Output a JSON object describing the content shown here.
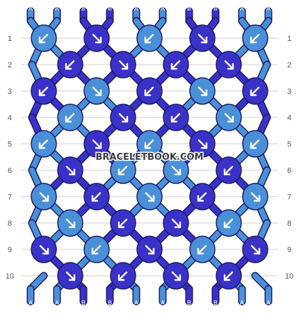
{
  "watermark": "BRACELETBOOK.COM",
  "colors": {
    "A": "#4a90d9",
    "B": "#3a32c8",
    "outline": "#1a1a66",
    "grid": "#cfcfcf",
    "arrow": "#ffffff"
  },
  "top_labels": [
    "A",
    "A",
    "B",
    "B",
    "A",
    "A",
    "B",
    "B",
    "A",
    "A"
  ],
  "bottom_labels": [
    "A",
    "A",
    "B",
    "B",
    "A",
    "A",
    "B",
    "B",
    "A",
    "A"
  ],
  "row_labels": [
    "1",
    "2",
    "3",
    "4",
    "5",
    "6",
    "7",
    "8",
    "9",
    "10"
  ],
  "rows": [
    [
      {
        "c": "A",
        "d": "sw"
      },
      {
        "c": "B",
        "d": "se"
      },
      {
        "c": "A",
        "d": "sw"
      },
      {
        "c": "B",
        "d": "se"
      },
      {
        "c": "A",
        "d": "sw"
      }
    ],
    [
      {
        "c": "B",
        "d": "sw"
      },
      {
        "c": "B",
        "d": "se"
      },
      {
        "c": "B",
        "d": "sw"
      },
      {
        "c": "B",
        "d": "se"
      }
    ],
    [
      {
        "c": "B",
        "d": "sw"
      },
      {
        "c": "A",
        "d": "se"
      },
      {
        "c": "B",
        "d": "sw"
      },
      {
        "c": "A",
        "d": "se"
      },
      {
        "c": "B",
        "d": "sw"
      }
    ],
    [
      {
        "c": "A",
        "d": "sw"
      },
      {
        "c": "B",
        "d": "se"
      },
      {
        "c": "B",
        "d": "sw"
      },
      {
        "c": "A",
        "d": "se"
      }
    ],
    [
      {
        "c": "A",
        "d": "sw"
      },
      {
        "c": "B",
        "d": "se"
      },
      {
        "c": "A",
        "d": "sw"
      },
      {
        "c": "B",
        "d": "se"
      },
      {
        "c": "A",
        "d": "sw"
      }
    ],
    [
      {
        "c": "B",
        "d": "se"
      },
      {
        "c": "A",
        "d": "sw"
      },
      {
        "c": "A",
        "d": "se"
      },
      {
        "c": "B",
        "d": "sw"
      }
    ],
    [
      {
        "c": "A",
        "d": "se"
      },
      {
        "c": "B",
        "d": "sw"
      },
      {
        "c": "A",
        "d": "se"
      },
      {
        "c": "B",
        "d": "sw"
      },
      {
        "c": "A",
        "d": "se"
      }
    ],
    [
      {
        "c": "A",
        "d": "se"
      },
      {
        "c": "B",
        "d": "sw"
      },
      {
        "c": "B",
        "d": "se"
      },
      {
        "c": "A",
        "d": "sw"
      }
    ],
    [
      {
        "c": "B",
        "d": "se"
      },
      {
        "c": "A",
        "d": "sw"
      },
      {
        "c": "B",
        "d": "se"
      },
      {
        "c": "A",
        "d": "sw"
      },
      {
        "c": "B",
        "d": "se"
      }
    ],
    [
      {
        "c": "B",
        "d": "se"
      },
      {
        "c": "B",
        "d": "sw"
      },
      {
        "c": "B",
        "d": "se"
      },
      {
        "c": "B",
        "d": "sw"
      }
    ]
  ]
}
